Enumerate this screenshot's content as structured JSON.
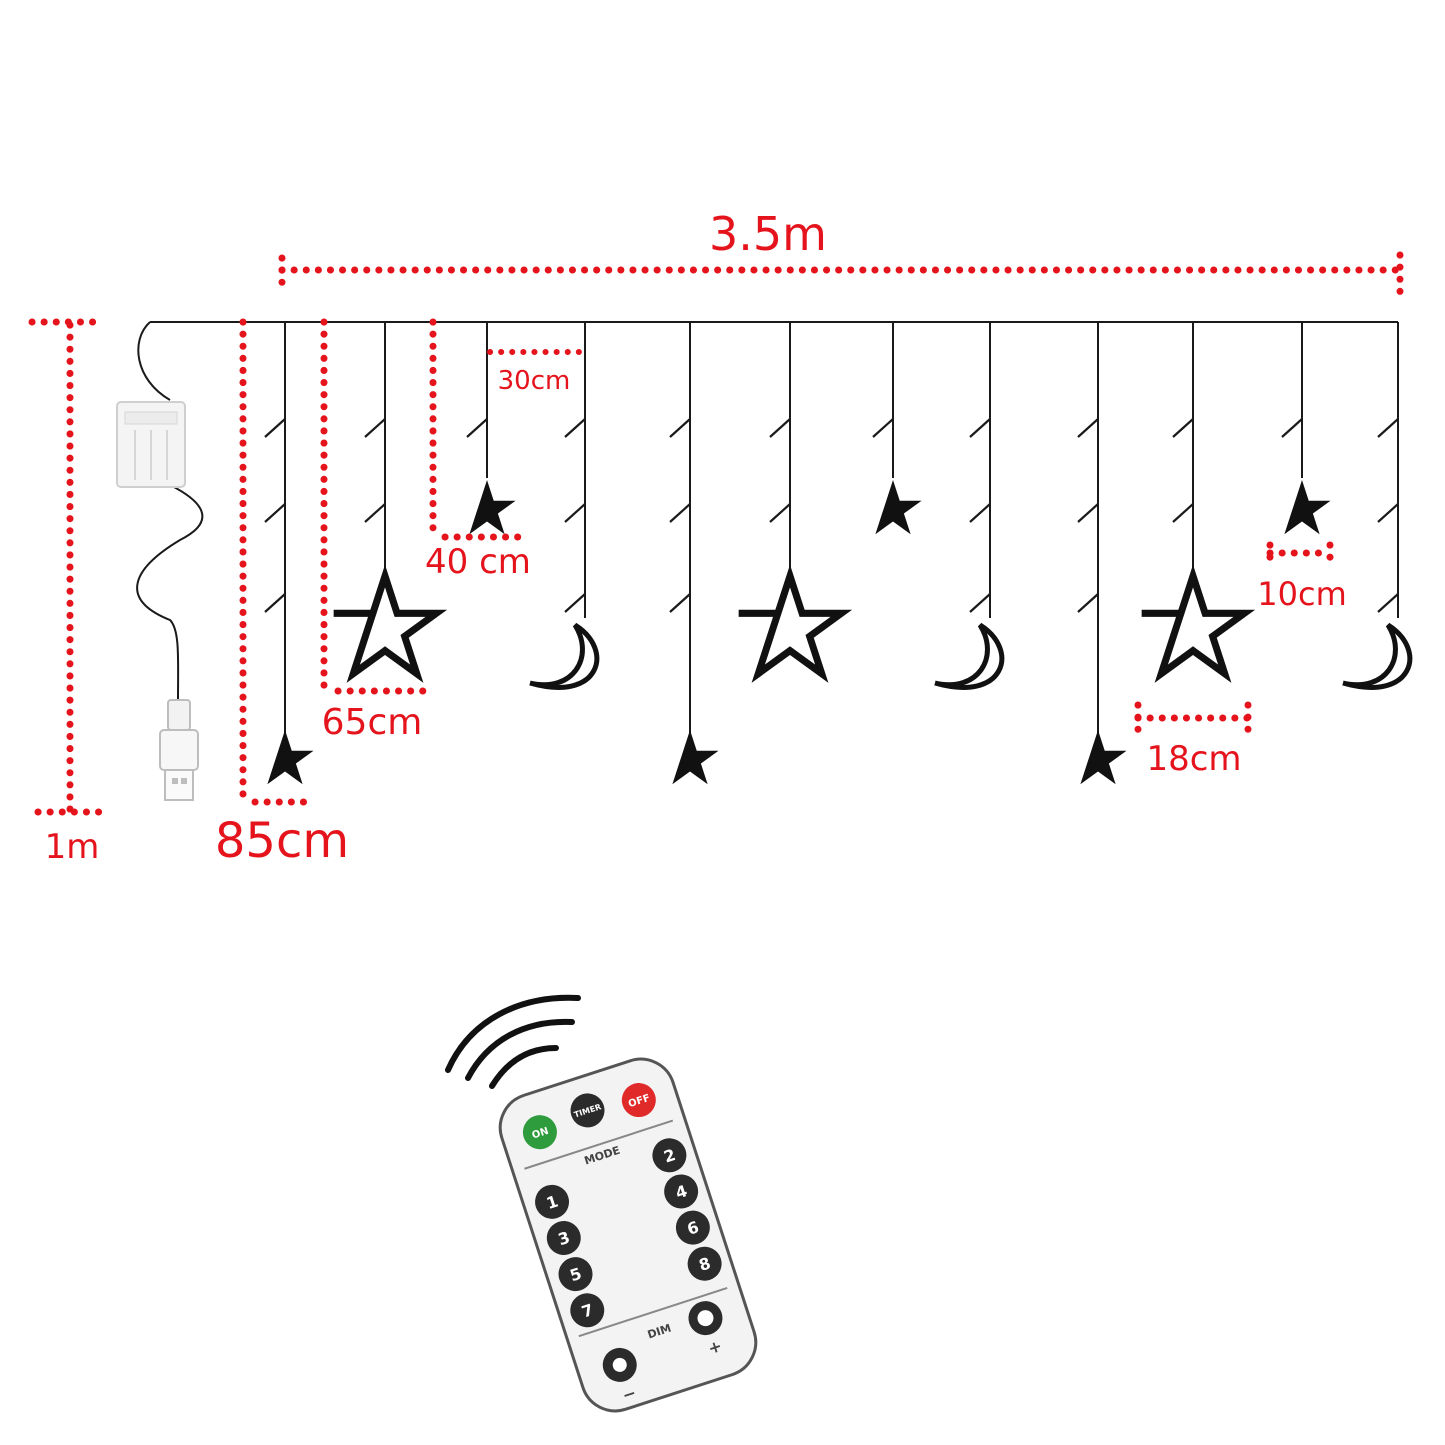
{
  "dimensions": {
    "total_width": "3.5m",
    "total_height": "1m",
    "strand_85": "85cm",
    "strand_65": "65cm",
    "strand_40": "40 cm",
    "spacing": "30cm",
    "small_star": "10cm",
    "large_shape": "18cm"
  },
  "remote": {
    "on": "ON",
    "timer": "TIMER",
    "off": "OFF",
    "mode": "MODE",
    "dim": "DIM",
    "plus": "+",
    "minus": "−",
    "buttons": [
      "1",
      "2",
      "3",
      "4",
      "5",
      "6",
      "7",
      "8"
    ]
  },
  "colors": {
    "annotation": "#e5141c",
    "on_button": "#2e9b3c",
    "off_button": "#e02a2a",
    "dark_button": "#2b2b2b"
  }
}
